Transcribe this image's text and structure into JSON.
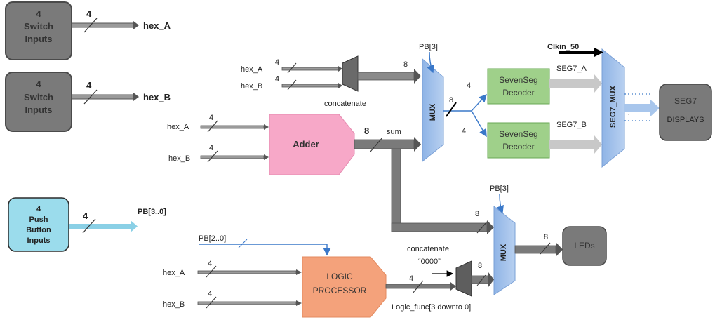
{
  "inputs": {
    "switch_a": {
      "line1": "4",
      "line2": "Switch",
      "line3": "Inputs",
      "width": "4",
      "signal": "hex_A"
    },
    "switch_b": {
      "line1": "4",
      "line2": "Switch",
      "line3": "Inputs",
      "width": "4",
      "signal": "hex_B"
    },
    "push_buttons": {
      "line1": "4",
      "line2": "Push",
      "line3": "Button",
      "line4": "Inputs",
      "width": "4",
      "signal": "PB[3..0]"
    }
  },
  "concat_top": {
    "in_a": "hex_A",
    "in_a_width": "4",
    "in_b": "hex_B",
    "in_b_width": "4",
    "label": "concatenate",
    "out_width": "8"
  },
  "adder": {
    "label": "Adder",
    "in_a": "hex_A",
    "in_a_width": "4",
    "in_b": "hex_B",
    "in_b_width": "4",
    "out_width": "8",
    "out_label": "sum"
  },
  "mux_top": {
    "label": "MUX",
    "select": "PB[3]",
    "out_width": "8",
    "split_a": "4",
    "split_b": "4"
  },
  "decoders": [
    {
      "line1": "SevenSeg",
      "line2": "Decoder",
      "out": "SEG7_A"
    },
    {
      "line1": "SevenSeg",
      "line2": "Decoder",
      "out": "SEG7_B"
    }
  ],
  "seg7_mux": {
    "label": "SEG7_MUX",
    "clock": "Clkin_50",
    "dots": ". . ."
  },
  "seg7_displays": {
    "line1": "SEG7",
    "line2": "DISPLAYS"
  },
  "mux_bottom": {
    "label": "MUX",
    "select": "PB[3]",
    "in_width": "8",
    "out_width": "8"
  },
  "leds": {
    "label": "LEDs"
  },
  "logic": {
    "line1": "LOGIC",
    "line2": "PROCESSOR",
    "select": "PB[2..0]",
    "in_a": "hex_A",
    "in_a_width": "4",
    "in_b": "hex_B",
    "in_b_width": "4",
    "out_width": "4",
    "func_label": "Logic_func[3 downto 0]"
  },
  "concat_bottom": {
    "label1": "concatenate",
    "label2": "“0000”",
    "out_width": "8"
  }
}
